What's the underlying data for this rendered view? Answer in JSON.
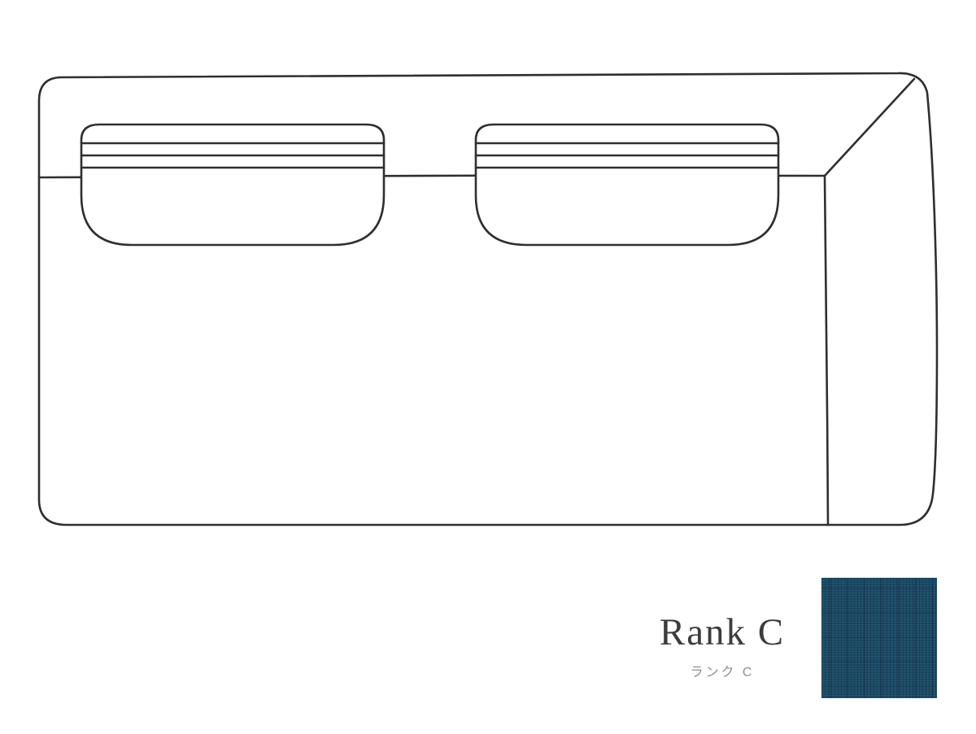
{
  "page": {
    "background": "#ffffff"
  },
  "illustration": {
    "name": "two-seat-sofa-right-arm-line-drawing",
    "line_color": "#2f2f2f"
  },
  "rank": {
    "label_en": "Rank C",
    "label_ja": "ランク C"
  },
  "swatch": {
    "color": "#1b4a66"
  }
}
